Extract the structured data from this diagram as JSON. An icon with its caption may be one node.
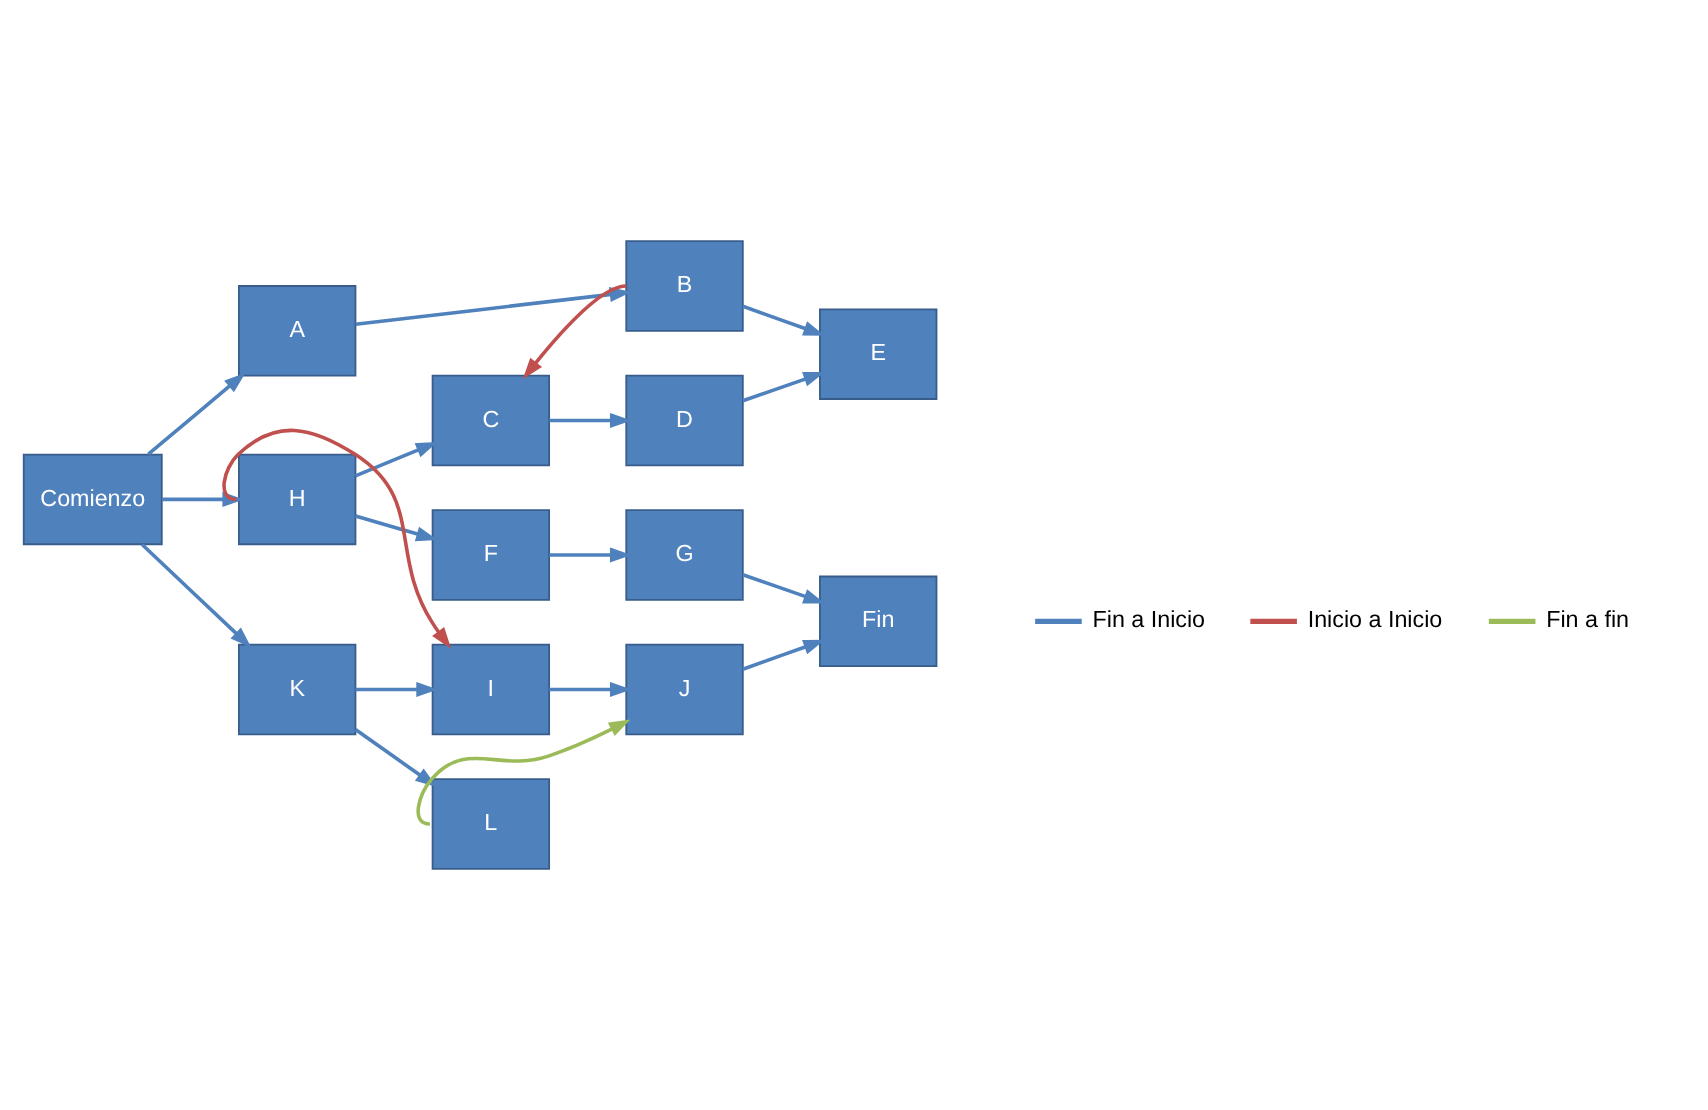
{
  "diagram": {
    "nodes": [
      {
        "text": [
          "A"
        ]
      },
      {
        "text": [
          "B"
        ]
      },
      {
        "text": [
          "C"
        ]
      },
      {
        "text": [
          "D"
        ]
      },
      {
        "text": [
          "E"
        ]
      },
      {
        "text": [
          "Comienzo"
        ]
      },
      {
        "text": [
          "H"
        ]
      },
      {
        "text": [
          "F"
        ]
      },
      {
        "text": [
          "G"
        ]
      },
      {
        "text": [
          "Fin"
        ]
      },
      {
        "text": [
          "I"
        ]
      },
      {
        "text": [
          "J"
        ]
      },
      {
        "text": [
          "K"
        ]
      },
      {
        "text": [
          "L"
        ]
      }
    ],
    "edges": [
      {
        "from": 5,
        "to": 0,
        "arrow": "to"
      },
      {
        "from": 5,
        "to": 6,
        "arrow": "to"
      },
      {
        "from": 5,
        "to": 12,
        "arrow": "to"
      },
      {
        "from": 0,
        "to": 1,
        "arrow": "to"
      },
      {
        "from": 1,
        "to": 4,
        "arrow": "to"
      },
      {
        "from": 1,
        "to": 2,
        "arrow": "to",
        "color": "#c0504d"
      },
      {
        "from": 6,
        "to": 2,
        "arrow": "to"
      },
      {
        "from": 2,
        "to": 3,
        "arrow": "to"
      },
      {
        "from": 3,
        "to": 4,
        "arrow": "to"
      },
      {
        "from": 6,
        "to": 7,
        "arrow": "to"
      },
      {
        "from": 7,
        "to": 8,
        "arrow": "to"
      },
      {
        "from": 8,
        "to": 9,
        "arrow": "to"
      },
      {
        "from": 6,
        "to": 10,
        "arrow": "to",
        "color": "#c0504d"
      },
      {
        "from": 10,
        "to": 11,
        "arrow": "to"
      },
      {
        "from": 11,
        "to": 9,
        "arrow": "to"
      },
      {
        "from": 12,
        "to": 10,
        "arrow": "to"
      },
      {
        "from": 12,
        "to": 13,
        "arrow": "to"
      },
      {
        "from": 13,
        "to": 11,
        "arrow": "to",
        "color": "#9bbb59"
      }
    ],
    "legend": [
      {
        "text": "Fin a Inicio",
        "color": "#4f81bd"
      },
      {
        "text": "Inicio a Inicio",
        "color": "#c0504d"
      },
      {
        "text": "Fin a fin",
        "color": "#9bbb59"
      }
    ]
  }
}
